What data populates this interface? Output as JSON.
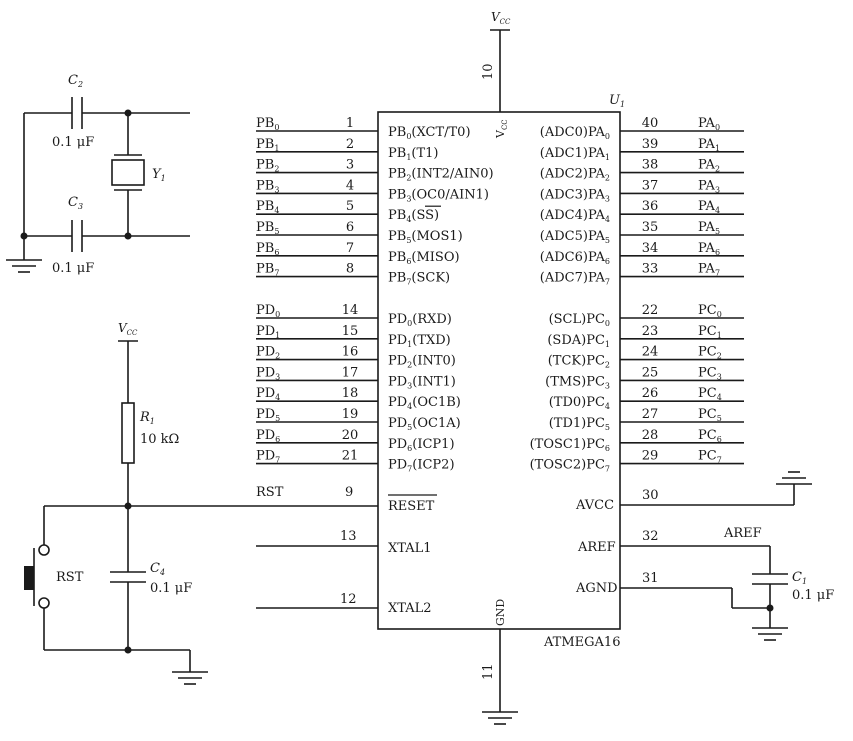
{
  "chip": {
    "ref": "U",
    "ref_sub": "1",
    "part": "ATMEGA16",
    "vcc_label": "V",
    "vcc_sub": "CC",
    "vcc_pin": "10",
    "gnd_label": "GND",
    "gnd_pin": "11"
  },
  "power": {
    "top_label": "V",
    "top_sub": "CC",
    "reset_label": "V",
    "reset_sub": "CC"
  },
  "pins_left_b": [
    {
      "net": "PB",
      "net_sub": "0",
      "num": "1",
      "fn": "PB",
      "fn_sub": "0",
      "fn_rest": "(XCT/T0)"
    },
    {
      "net": "PB",
      "net_sub": "1",
      "num": "2",
      "fn": "PB",
      "fn_sub": "1",
      "fn_rest": "(T1)"
    },
    {
      "net": "PB",
      "net_sub": "2",
      "num": "3",
      "fn": "PB",
      "fn_sub": "2",
      "fn_rest": "(INT2/AIN0)"
    },
    {
      "net": "PB",
      "net_sub": "3",
      "num": "4",
      "fn": "PB",
      "fn_sub": "3",
      "fn_rest": "(OC0/AIN1)"
    },
    {
      "net": "PB",
      "net_sub": "4",
      "num": "5",
      "fn": "PB",
      "fn_sub": "4",
      "fn_rest": "(SS)"
    },
    {
      "net": "PB",
      "net_sub": "5",
      "num": "6",
      "fn": "PB",
      "fn_sub": "5",
      "fn_rest": "(MOS1)"
    },
    {
      "net": "PB",
      "net_sub": "6",
      "num": "7",
      "fn": "PB",
      "fn_sub": "6",
      "fn_rest": "(MISO)"
    },
    {
      "net": "PB",
      "net_sub": "7",
      "num": "8",
      "fn": "PB",
      "fn_sub": "7",
      "fn_rest": "(SCK)"
    }
  ],
  "pins_left_d": [
    {
      "net": "PD",
      "net_sub": "0",
      "num": "14",
      "fn": "PD",
      "fn_sub": "0",
      "fn_rest": "(RXD)"
    },
    {
      "net": "PD",
      "net_sub": "1",
      "num": "15",
      "fn": "PD",
      "fn_sub": "1",
      "fn_rest": "(TXD)"
    },
    {
      "net": "PD",
      "net_sub": "2",
      "num": "16",
      "fn": "PD",
      "fn_sub": "2",
      "fn_rest": "(INT0)"
    },
    {
      "net": "PD",
      "net_sub": "3",
      "num": "17",
      "fn": "PD",
      "fn_sub": "3",
      "fn_rest": "(INT1)"
    },
    {
      "net": "PD",
      "net_sub": "4",
      "num": "18",
      "fn": "PD",
      "fn_sub": "4",
      "fn_rest": "(OC1B)"
    },
    {
      "net": "PD",
      "net_sub": "5",
      "num": "19",
      "fn": "PD",
      "fn_sub": "5",
      "fn_rest": "(OC1A)"
    },
    {
      "net": "PD",
      "net_sub": "6",
      "num": "20",
      "fn": "PD",
      "fn_sub": "6",
      "fn_rest": "(ICP1)"
    },
    {
      "net": "PD",
      "net_sub": "7",
      "num": "21",
      "fn": "PD",
      "fn_sub": "7",
      "fn_rest": "(ICP2)"
    }
  ],
  "pins_left_misc": [
    {
      "net": "RST",
      "num": "9",
      "fn": "RESET"
    },
    {
      "net": "",
      "num": "13",
      "fn": "XTAL1"
    },
    {
      "net": "",
      "num": "12",
      "fn": "XTAL2"
    }
  ],
  "pins_right_a": [
    {
      "num": "40",
      "fn_pre": "(ADC0)PA",
      "fn_sub": "0",
      "net": "PA",
      "net_sub": "0"
    },
    {
      "num": "39",
      "fn_pre": "(ADC1)PA",
      "fn_sub": "1",
      "net": "PA",
      "net_sub": "1"
    },
    {
      "num": "38",
      "fn_pre": "(ADC2)PA",
      "fn_sub": "2",
      "net": "PA",
      "net_sub": "2"
    },
    {
      "num": "37",
      "fn_pre": "(ADC3)PA",
      "fn_sub": "3",
      "net": "PA",
      "net_sub": "3"
    },
    {
      "num": "36",
      "fn_pre": "(ADC4)PA",
      "fn_sub": "4",
      "net": "PA",
      "net_sub": "4"
    },
    {
      "num": "35",
      "fn_pre": "(ADC5)PA",
      "fn_sub": "5",
      "net": "PA",
      "net_sub": "5"
    },
    {
      "num": "34",
      "fn_pre": "(ADC6)PA",
      "fn_sub": "6",
      "net": "PA",
      "net_sub": "6"
    },
    {
      "num": "33",
      "fn_pre": "(ADC7)PA",
      "fn_sub": "7",
      "net": "PA",
      "net_sub": "7"
    }
  ],
  "pins_right_c": [
    {
      "num": "22",
      "fn_pre": "(SCL)PC",
      "fn_sub": "0",
      "net": "PC",
      "net_sub": "0"
    },
    {
      "num": "23",
      "fn_pre": "(SDA)PC",
      "fn_sub": "1",
      "net": "PC",
      "net_sub": "1"
    },
    {
      "num": "24",
      "fn_pre": "(TCK)PC",
      "fn_sub": "2",
      "net": "PC",
      "net_sub": "2"
    },
    {
      "num": "25",
      "fn_pre": "(TMS)PC",
      "fn_sub": "3",
      "net": "PC",
      "net_sub": "3"
    },
    {
      "num": "26",
      "fn_pre": "(TD0)PC",
      "fn_sub": "4",
      "net": "PC",
      "net_sub": "4"
    },
    {
      "num": "27",
      "fn_pre": "(TD1)PC",
      "fn_sub": "5",
      "net": "PC",
      "net_sub": "5"
    },
    {
      "num": "28",
      "fn_pre": "(TOSC1)PC",
      "fn_sub": "6",
      "net": "PC",
      "net_sub": "6"
    },
    {
      "num": "29",
      "fn_pre": "(TOSC2)PC",
      "fn_sub": "7",
      "net": "PC",
      "net_sub": "7"
    }
  ],
  "pins_right_misc": [
    {
      "num": "30",
      "fn": "AVCC",
      "net": ""
    },
    {
      "num": "32",
      "fn": "AREF",
      "net": "AREF"
    },
    {
      "num": "31",
      "fn": "AGND",
      "net": ""
    }
  ],
  "components": {
    "c2": {
      "ref": "C",
      "ref_sub": "2",
      "value": "0.1 μF"
    },
    "c3": {
      "ref": "C",
      "ref_sub": "3",
      "value": "0.1 μF"
    },
    "y1": {
      "ref": "Y",
      "ref_sub": "1"
    },
    "r1": {
      "ref": "R",
      "ref_sub": "1",
      "value": "10 kΩ"
    },
    "c4": {
      "ref": "C",
      "ref_sub": "4",
      "value": "0.1 μF"
    },
    "c1": {
      "ref": "C",
      "ref_sub": "1",
      "value": "0.1 μF"
    },
    "sw": {
      "label": "RST"
    }
  }
}
